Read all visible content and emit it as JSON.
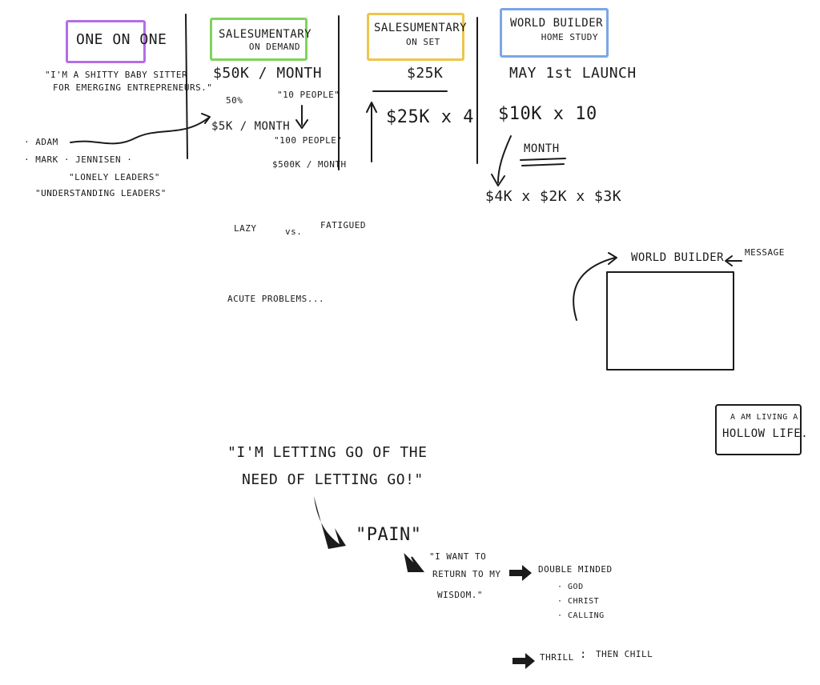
{
  "colors": {
    "purple": "#b36ee6",
    "green": "#7ed35a",
    "yellow": "#ecc64a",
    "blue": "#7aa7e6",
    "ink": "#1b1b1b"
  },
  "col1": {
    "title": "ONE ON ONE",
    "quote_line1": "\"I'M A SHITTY BABY SITTER",
    "quote_line2": "FOR EMERGING ENTREPRENEURS.\"",
    "names": [
      "· ADAM",
      "· MARK · JENNISEN ·"
    ],
    "quote2": "\"LONELY LEADERS\"",
    "quote3": "\"UNDERSTANDING LEADERS\""
  },
  "col2": {
    "title": "SALESUMENTARY",
    "subtitle": "ON DEMAND",
    "price": "$50K / MONTH",
    "pct": "50%",
    "permonth": "$5K / MONTH",
    "people10": "\"10 PEOPLE\"",
    "people100": "\"100 PEOPLE\"",
    "big": "$500K / MONTH"
  },
  "col3": {
    "title": "SALESUMENTARY",
    "subtitle": "ON SET",
    "price": "$25K",
    "mult": "$25K x 4"
  },
  "col4": {
    "title": "WORLD BUILDER",
    "subtitle": "HOME STUDY",
    "launch": "MAY 1st LAUNCH",
    "mult": "$10K x 10",
    "month": "MONTH",
    "prices": "$4K x $2K x $3K"
  },
  "middle": {
    "lazy": "LAZY",
    "vs": "vs.",
    "fatigued": "FATIGUED",
    "acute": "ACUTE PROBLEMS..."
  },
  "right": {
    "world_builder": "WORLD BUILDER",
    "message": "MESSAGE",
    "hollow_line1": "A AM LIVING A",
    "hollow_line2": "HOLLOW LIFE."
  },
  "bottom": {
    "quote_line1": "\"I'M LETTING GO OF THE",
    "quote_line2": "NEED OF LETTING GO!\"",
    "pain": "\"PAIN\"",
    "return_line1": "\"I WANT TO",
    "return_line2": "RETURN TO MY",
    "return_line3": "WISDOM.\"",
    "double": "DOUBLE MINDED",
    "list": [
      "· GOD",
      "· CHRIST",
      "· CALLING"
    ],
    "thrill": "THRILL",
    "colon": ":",
    "chill": "THEN CHILL"
  }
}
